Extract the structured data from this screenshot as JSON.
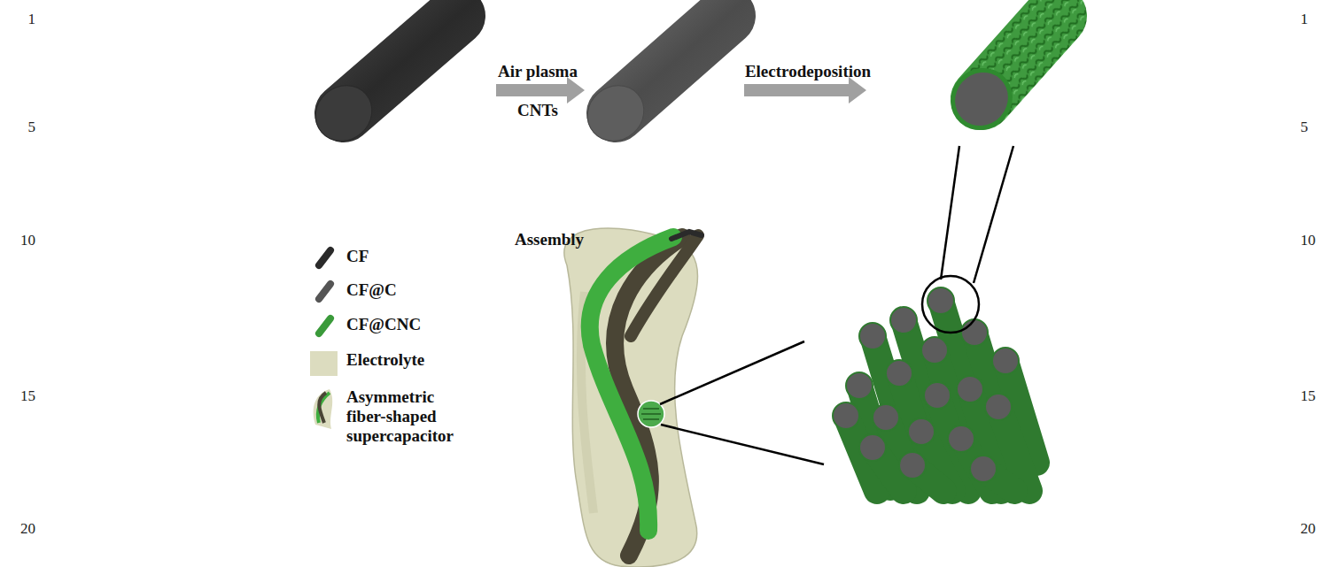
{
  "diagram": {
    "labels": [
      "1",
      "5",
      "10",
      "15",
      "20",
      "1",
      "5",
      "10",
      "15",
      "20",
      "Air plasma",
      "CNTs",
      "Electrodeposition",
      "Assembly"
    ],
    "legend": [
      {
        "text": "CF"
      },
      {
        "text": "CF@C"
      },
      {
        "text": "CF@CNC"
      },
      {
        "text": "Electrolyte",
        "color": "#dcdcbf"
      },
      {
        "text": "Asymmetric fiber-shaped supercapacitor"
      }
    ]
  }
}
